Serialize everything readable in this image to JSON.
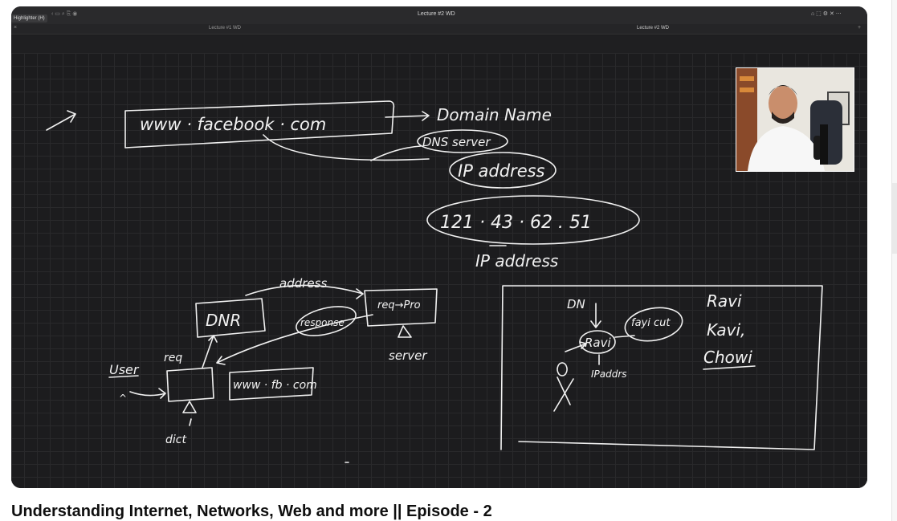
{
  "window": {
    "title": "Lecture #2 WD",
    "highlighter_tooltip": "Highlighter (H)",
    "tabs": [
      {
        "label": "Lecture #1 WD"
      },
      {
        "label": "Lecture #2 WD"
      }
    ]
  },
  "toolbar": {
    "tools": [
      "pen-icon",
      "eraser-icon",
      "highlighter-icon",
      "shapes-icon",
      "lasso-icon",
      "eye-icon",
      "image-icon",
      "keyboard-icon",
      "text-icon",
      "link-icon"
    ],
    "colors": [
      "#ffffff",
      "#ffffff",
      "#f4e04d",
      "#ffffff",
      "#f08a8a",
      "#2f7cf6"
    ]
  },
  "whiteboard": {
    "url": "www · facebook · com",
    "domain_name": "Domain Name",
    "dns_server": "DNS server",
    "ip_address_oval": "IP address",
    "ip_number": "121 · 43 · 62 . 51",
    "ip_address_label": "IP address",
    "address_label": "address",
    "dnr_box": "DNR",
    "req_pro": "req→Pro",
    "response": "response",
    "server": "server",
    "req": "req",
    "user": "User",
    "fb_box": "www · fb · com",
    "dict": "dict",
    "dn": "DN",
    "ravi_oval": "Ravi",
    "fayi_oval": "fayi cut",
    "ip_addr_small": "IPaddrs",
    "name_ravi": "Ravi",
    "name_kavi": "Kavi,",
    "name_chowi": "Chowi"
  },
  "video": {
    "title": "Understanding Internet, Networks, Web and more || Episode - 2"
  }
}
